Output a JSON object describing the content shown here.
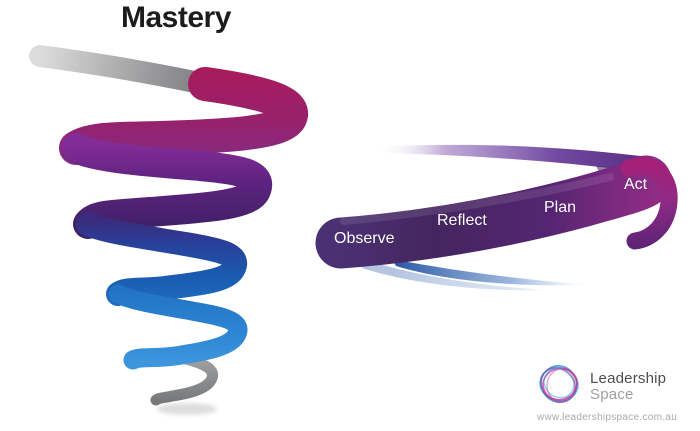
{
  "title": "Mastery",
  "ribbon": {
    "stages": [
      {
        "label": "Observe"
      },
      {
        "label": "Reflect"
      },
      {
        "label": "Plan"
      },
      {
        "label": "Act"
      }
    ],
    "band_color": "#45265F",
    "fold_color": "#8E2B84",
    "text_color": "#FFFFFF"
  },
  "spiral": {
    "colors": {
      "entry_gray": "#9C9C9E",
      "magenta": "#A21A5C",
      "purple": "#6F2890",
      "dark_blue": "#24439B",
      "light_blue": "#2C84D2",
      "tail_gray": "#8A8B8D"
    }
  },
  "logo": {
    "name_line1": "Leadership",
    "name_line2": "Space",
    "url": "www.leadershipspace.com.au",
    "swirl_icon": "circular-scribble-icon",
    "swirl_colors": [
      "#3FA9F5",
      "#1B75BC",
      "#8E4CA0",
      "#D4318F",
      "#29ABE2"
    ]
  }
}
